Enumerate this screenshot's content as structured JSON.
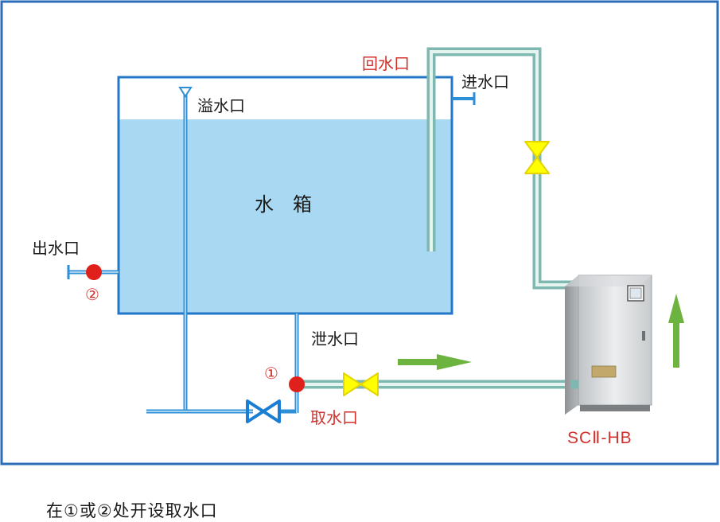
{
  "labels": {
    "tank": "水　箱",
    "overflow": "溢水口",
    "return_inlet": "回水口",
    "water_inlet": "进水口",
    "outlet": "出水口",
    "drain": "泄水口",
    "intake": "取水口",
    "marker_1": "①",
    "marker_2": "②",
    "model": "SCⅡ-HB"
  },
  "caption": "在①或②处开设取水口",
  "colors": {
    "frame": "#2b6db8",
    "tank_outline": "#2277c9",
    "water": "#a9d8f2",
    "pipe_outer": "#7fb8b0",
    "pipe_inner": "#e6f4ef",
    "blue_pipe": "#2d8fd6",
    "valve_yellow": "#ffff00",
    "valve_blue": "#1a7fd4",
    "marker_red": "#e0201b",
    "arrow_green": "#6db33f",
    "label_red": "#d0312d"
  }
}
